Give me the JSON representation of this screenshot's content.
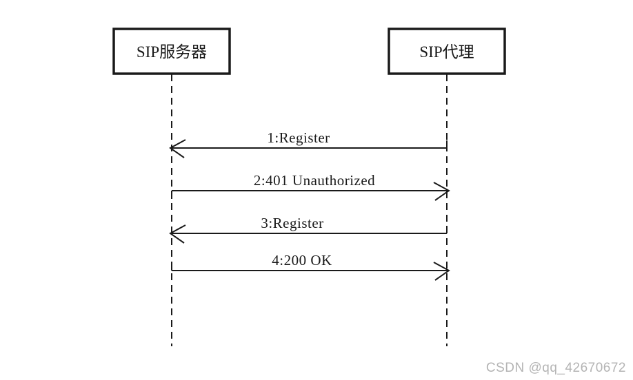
{
  "diagram": {
    "type": "sequence",
    "actors": [
      {
        "name": "sip-server",
        "label": "SIP服务器"
      },
      {
        "name": "sip-proxy",
        "label": "SIP代理"
      }
    ],
    "messages": [
      {
        "seq": "1",
        "label": "1:Register",
        "from": "sip-proxy",
        "to": "sip-server"
      },
      {
        "seq": "2",
        "label": "2:401 Unauthorized",
        "from": "sip-server",
        "to": "sip-proxy"
      },
      {
        "seq": "3",
        "label": "3:Register",
        "from": "sip-proxy",
        "to": "sip-server"
      },
      {
        "seq": "4",
        "label": "4:200 OK",
        "from": "sip-server",
        "to": "sip-proxy"
      }
    ]
  },
  "watermark": {
    "text": "CSDN @qq_42670672",
    "color": "#b4b4b4"
  },
  "colors": {
    "ink": "#1a1a1a",
    "background": "#ffffff"
  }
}
